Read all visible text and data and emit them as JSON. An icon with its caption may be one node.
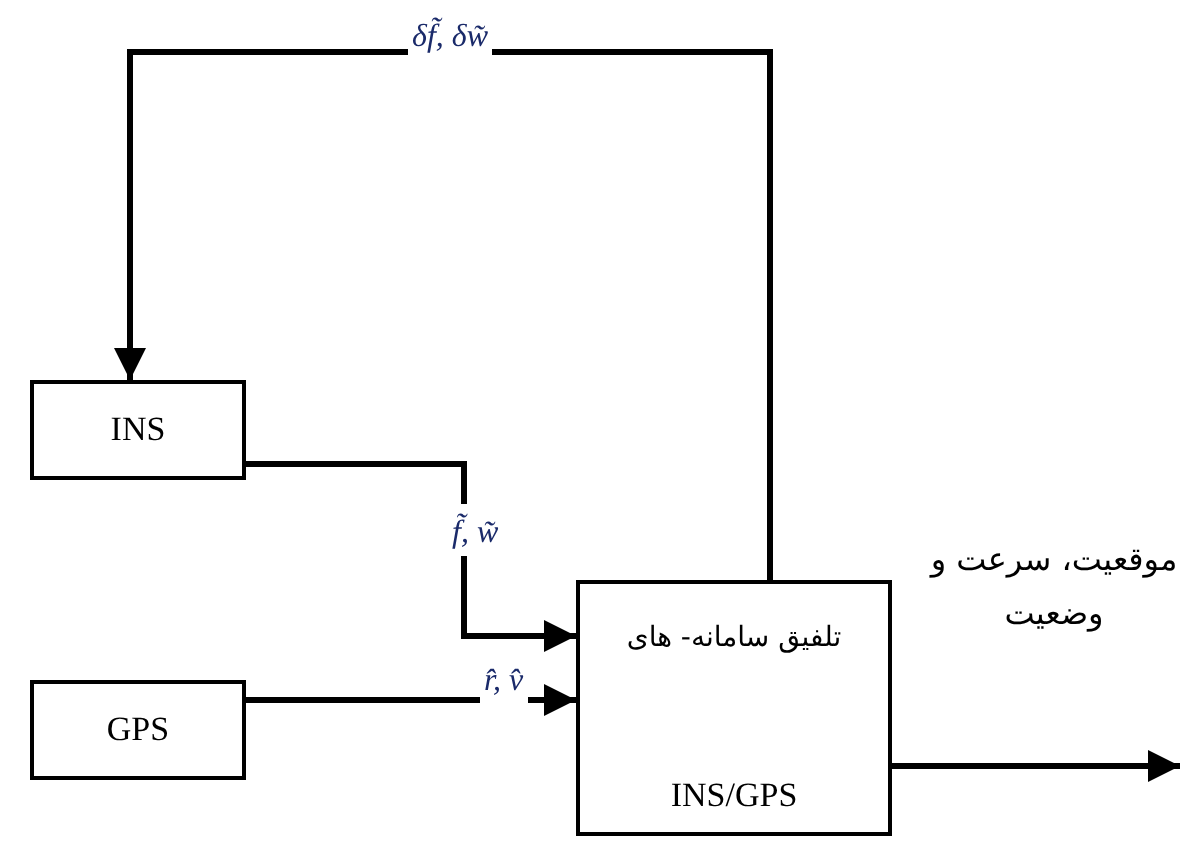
{
  "diagram": {
    "nodes": [
      {
        "text": [
          "INS"
        ]
      },
      {
        "text": [
          "GPS"
        ]
      },
      {
        "text": [
          "تلفیق سامانه- های",
          "INS/GPS"
        ]
      }
    ],
    "edges": [
      {
        "from": 0,
        "to": 2,
        "arrow": "to",
        "label": "f̃, w̃"
      },
      {
        "from": 1,
        "to": 2,
        "arrow": "to",
        "label": "r̂, v̂"
      },
      {
        "from": 2,
        "to": 0,
        "arrow": "to",
        "label": "δf̃, δw̃"
      },
      {
        "from": 2,
        "to": null,
        "arrow": "to",
        "label": "موقعیت، سرعت و وضعیت"
      }
    ]
  }
}
